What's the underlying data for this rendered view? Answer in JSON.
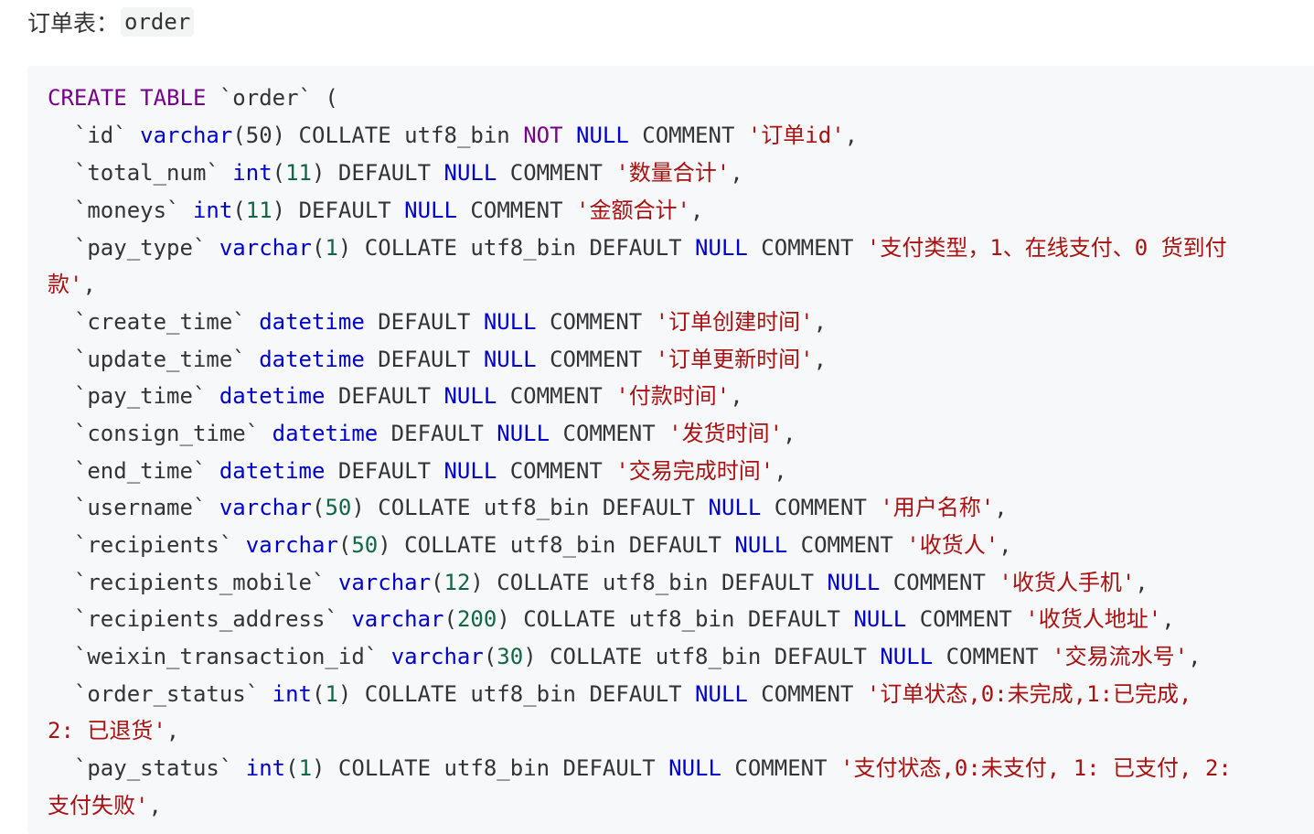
{
  "heading": {
    "label": "订单表：",
    "table_name": "order"
  },
  "code": {
    "line1": {
      "create_table": "CREATE TABLE",
      "name": " `order` ("
    },
    "id": {
      "col": "  `id` ",
      "type": "varchar",
      "args": "(50)",
      "collate": " COLLATE utf8_bin ",
      "not": "NOT",
      "null": " NULL",
      "comment": " COMMENT ",
      "str": "'订单id'",
      "end": ","
    },
    "total_num": {
      "col": "  `total_num` ",
      "type": "int",
      "p1": "(",
      "num": "11",
      "p2": ")",
      "def": " DEFAULT ",
      "null": "NULL",
      "comment": " COMMENT ",
      "str": "'数量合计'",
      "end": ","
    },
    "moneys": {
      "col": "  `moneys` ",
      "type": "int",
      "p1": "(",
      "num": "11",
      "p2": ")",
      "def": " DEFAULT ",
      "null": "NULL",
      "comment": " COMMENT ",
      "str": "'金额合计'",
      "end": ","
    },
    "pay_type": {
      "col": "  `pay_type` ",
      "type": "varchar",
      "p1": "(",
      "num": "1",
      "p2": ")",
      "collate": " COLLATE utf8_bin DEFAULT ",
      "null": "NULL",
      "comment": " COMMENT ",
      "str": "'支付类型，1、在线支付、0 货到付",
      "str2": "款'",
      "end": ","
    },
    "create_time": {
      "col": "  `create_time` ",
      "type": "datetime",
      "def": " DEFAULT ",
      "null": "NULL",
      "comment": " COMMENT ",
      "str": "'订单创建时间'",
      "end": ","
    },
    "update_time": {
      "col": "  `update_time` ",
      "type": "datetime",
      "def": " DEFAULT ",
      "null": "NULL",
      "comment": " COMMENT ",
      "str": "'订单更新时间'",
      "end": ","
    },
    "pay_time": {
      "col": "  `pay_time` ",
      "type": "datetime",
      "def": " DEFAULT ",
      "null": "NULL",
      "comment": " COMMENT ",
      "str": "'付款时间'",
      "end": ","
    },
    "consign_time": {
      "col": "  `consign_time` ",
      "type": "datetime",
      "def": " DEFAULT ",
      "null": "NULL",
      "comment": " COMMENT ",
      "str": "'发货时间'",
      "end": ","
    },
    "end_time": {
      "col": "  `end_time` ",
      "type": "datetime",
      "def": " DEFAULT ",
      "null": "NULL",
      "comment": " COMMENT ",
      "str": "'交易完成时间'",
      "end": ","
    },
    "username": {
      "col": "  `username` ",
      "type": "varchar",
      "p1": "(",
      "num": "50",
      "p2": ")",
      "collate": " COLLATE utf8_bin DEFAULT ",
      "null": "NULL",
      "comment": " COMMENT ",
      "str": "'用户名称'",
      "end": ","
    },
    "recipients": {
      "col": "  `recipients` ",
      "type": "varchar",
      "p1": "(",
      "num": "50",
      "p2": ")",
      "collate": " COLLATE utf8_bin DEFAULT ",
      "null": "NULL",
      "comment": " COMMENT ",
      "str": "'收货人'",
      "end": ","
    },
    "recipients_mobile": {
      "col": "  `recipients_mobile` ",
      "type": "varchar",
      "p1": "(",
      "num": "12",
      "p2": ")",
      "collate": " COLLATE utf8_bin DEFAULT ",
      "null": "NULL",
      "comment": " COMMENT ",
      "str": "'收货人手机'",
      "end": ","
    },
    "recipients_address": {
      "col": "  `recipients_address` ",
      "type": "varchar",
      "p1": "(",
      "num": "200",
      "p2": ")",
      "collate": " COLLATE utf8_bin DEFAULT ",
      "null": "NULL",
      "comment": " COMMENT ",
      "str": "'收货人地址'",
      "end": ","
    },
    "weixin_transaction_id": {
      "col": "  `weixin_transaction_id` ",
      "type": "varchar",
      "p1": "(",
      "num": "30",
      "p2": ")",
      "collate": " COLLATE utf8_bin DEFAULT ",
      "null": "NULL",
      "comment": " COMMENT ",
      "str": "'交易流水号'",
      "end": ","
    },
    "order_status": {
      "col": "  `order_status` ",
      "type": "int",
      "p1": "(",
      "num": "1",
      "p2": ")",
      "collate": " COLLATE utf8_bin DEFAULT ",
      "null": "NULL",
      "comment": " COMMENT ",
      "str": "'订单状态,0:未完成,1:已完成,",
      "str2": "2: 已退货'",
      "end": ","
    },
    "pay_status": {
      "col": "  `pay_status` ",
      "type": "int",
      "p1": "(",
      "num": "1",
      "p2": ")",
      "collate": " COLLATE utf8_bin DEFAULT ",
      "null": "NULL",
      "comment": " COMMENT ",
      "str": "'支付状态,0:未支付, 1: 已支付, 2:",
      "str2": "支付失败'",
      "end": ","
    }
  },
  "colors": {
    "keyword": "#770088",
    "type": "#0000cc",
    "number": "#116644",
    "string": "#aa1111",
    "code_background": "#f6f8fa"
  }
}
